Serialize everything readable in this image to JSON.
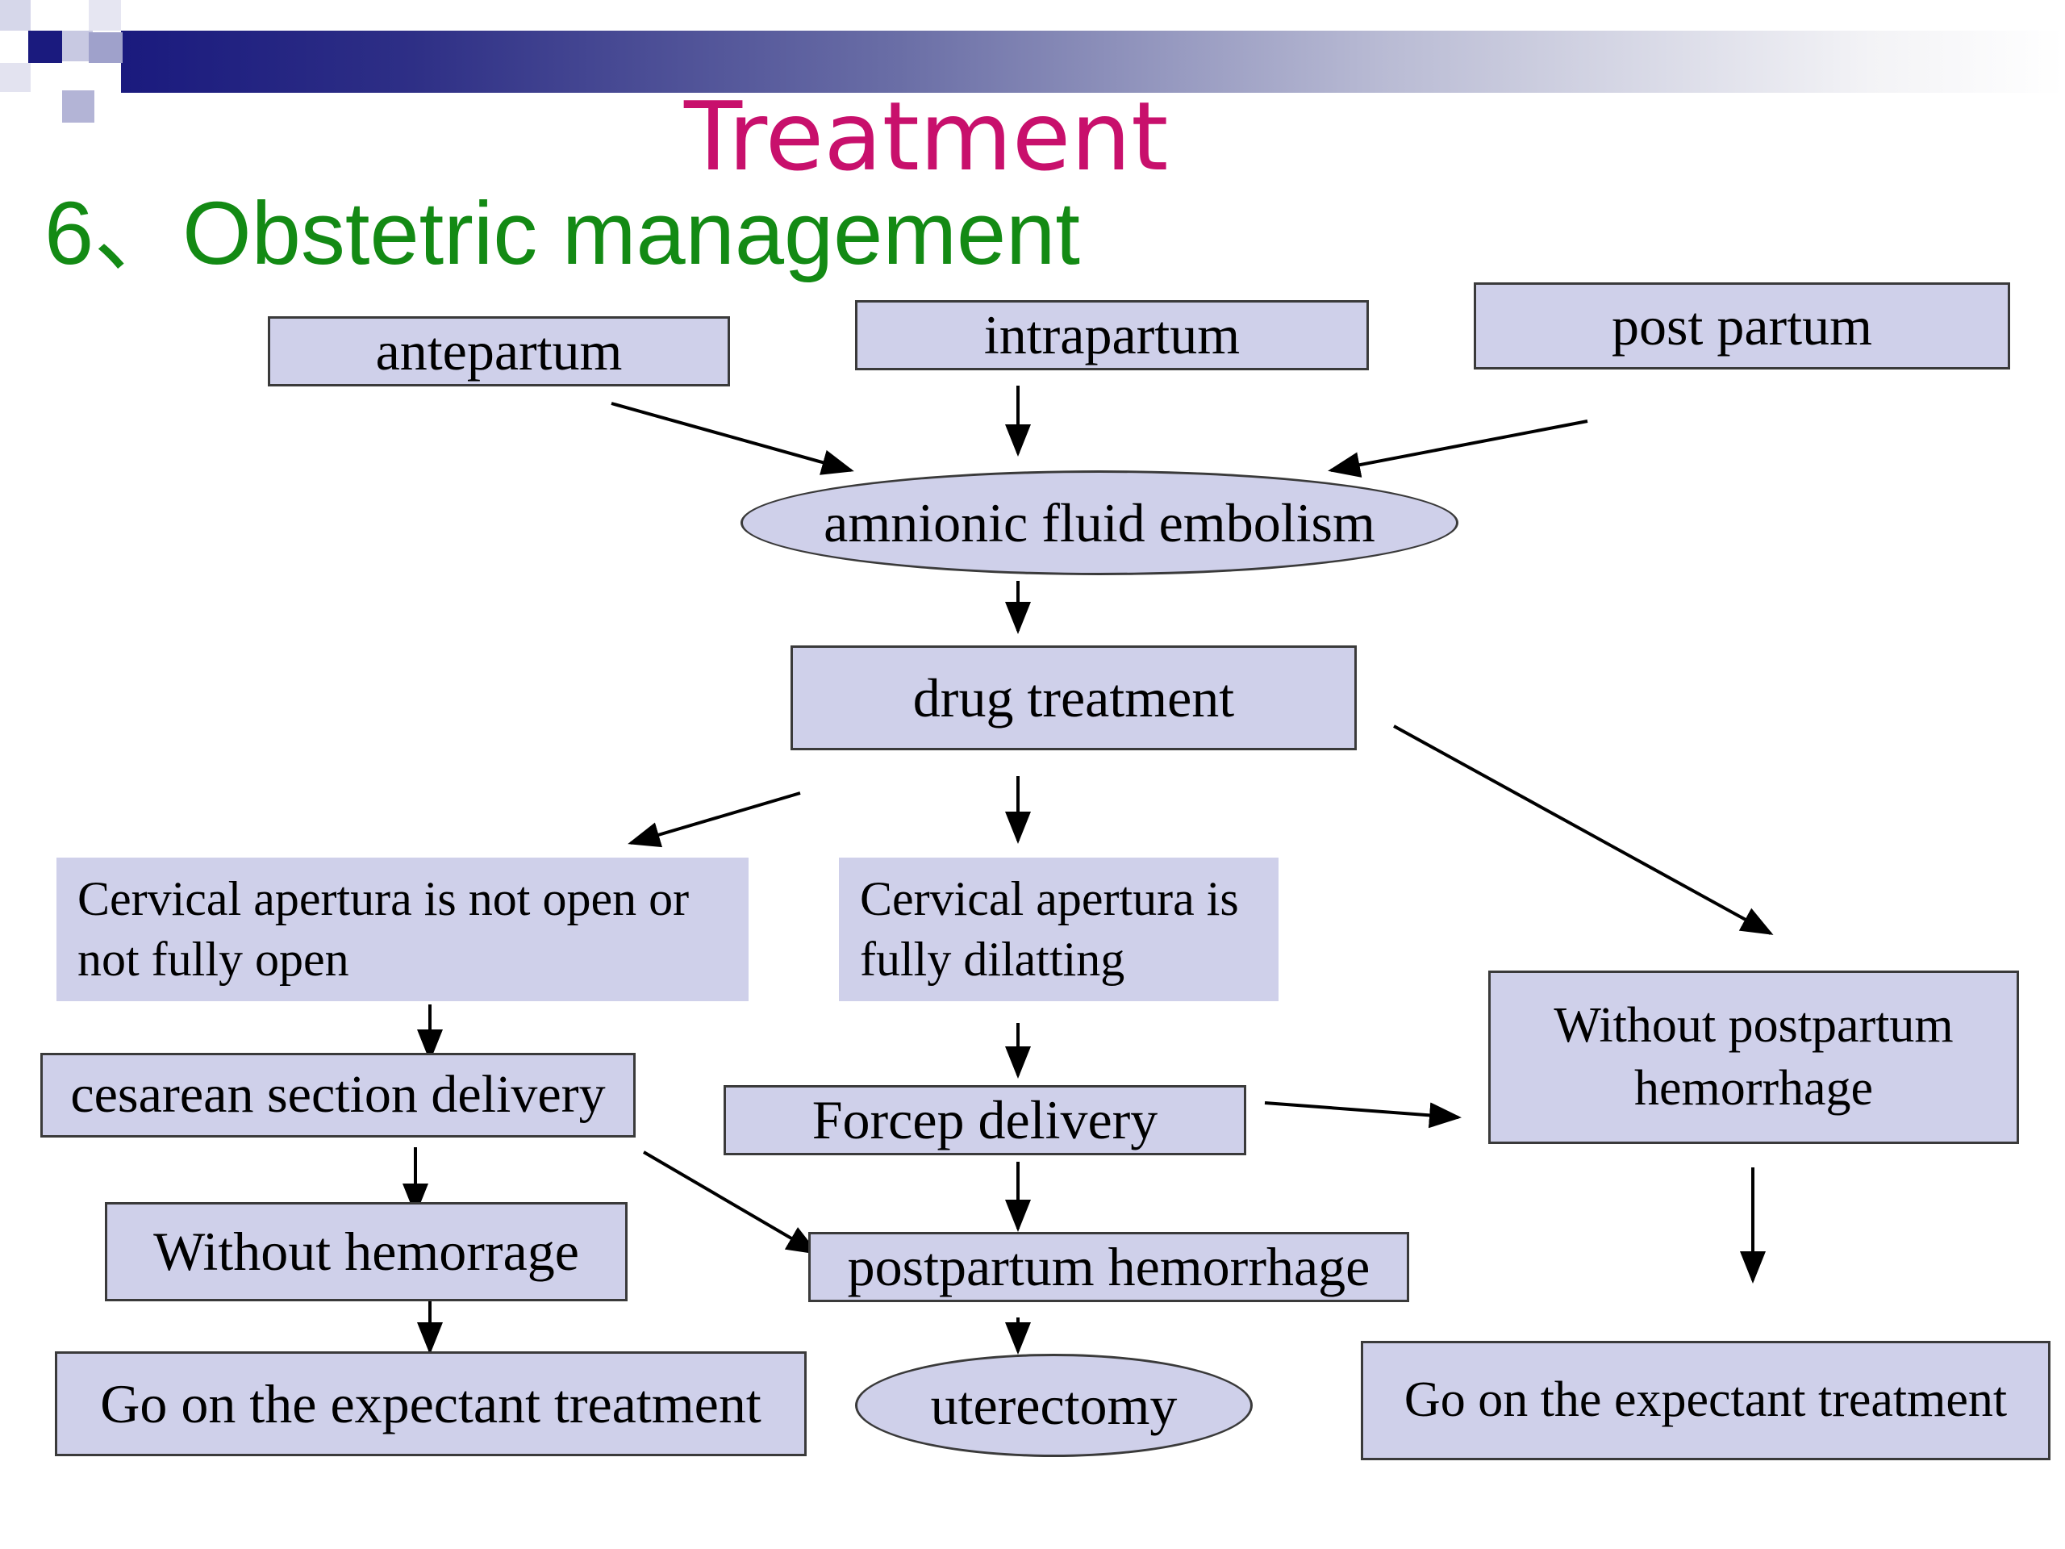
{
  "header": {
    "title": "Treatment",
    "subtitle": "6、Obstetric management"
  },
  "colors": {
    "title": "#c8106c",
    "subtitle": "#138a14",
    "node_fill": "#cfd0ea",
    "banner_dark": "#1a1a7e"
  },
  "nodes": {
    "antepartum": "antepartum",
    "intrapartum": "intrapartum",
    "post_partum": "post partum",
    "afe": "amnionic fluid embolism",
    "drug": "drug treatment",
    "cervix_not_open": "Cervical apertura is not open or not fully open",
    "cervix_dilating": "Cervical apertura is  fully dilatting",
    "without_pph": "Without postpartum hemorrhage",
    "cesarean": "cesarean section delivery",
    "forcep": "Forcep delivery",
    "without_hemorrage": "Without hemorrage",
    "pph": "postpartum hemorrhage",
    "expectant_left": "Go on the expectant treatment",
    "uterectomy": "uterectomy",
    "expectant_right": "Go on the expectant treatment"
  }
}
